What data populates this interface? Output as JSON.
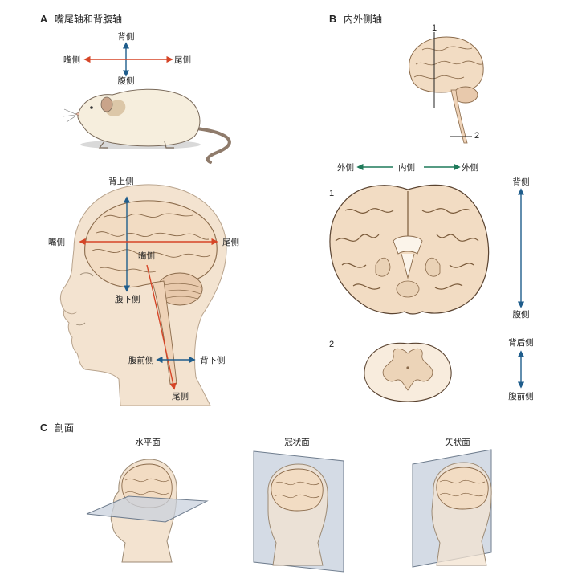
{
  "colors": {
    "axis_blue": "#1f5d8c",
    "axis_red": "#d64527",
    "brain_fill": "#f2dcc3",
    "brain_line": "#8a6a4a",
    "skin": "#f3e3d0",
    "plane": "#c9d2de"
  },
  "panel_a": {
    "letter": "A",
    "title": "嘴尾轴和背腹轴",
    "rat": {
      "dorsal": "背侧",
      "ventral": "腹侧",
      "rostral": "嘴侧",
      "caudal": "尾侧"
    },
    "human": {
      "dorsal_superior": "背上侧",
      "rostral": "嘴侧",
      "caudal": "尾侧",
      "rostral_inner": "嘴侧",
      "ventral_inferior": "腹下侧",
      "ventral_anterior": "腹前侧",
      "dorsal_posterior": "背下侧",
      "caudal_bottom": "尾侧"
    }
  },
  "panel_b": {
    "letter": "B",
    "title": "内外侧轴",
    "marker_1": "1",
    "marker_2": "2",
    "lateral_left": "外侧",
    "medial": "内侧",
    "lateral_right": "外侧",
    "section_1_num": "1",
    "section_2_num": "2",
    "dorsal": "背侧",
    "ventral": "腹侧",
    "dorsal_posterior": "背后侧",
    "ventral_anterior": "腹前侧"
  },
  "panel_c": {
    "letter": "C",
    "title": "剖面",
    "horizontal": "水平面",
    "coronal": "冠状面",
    "sagittal": "矢状面"
  }
}
